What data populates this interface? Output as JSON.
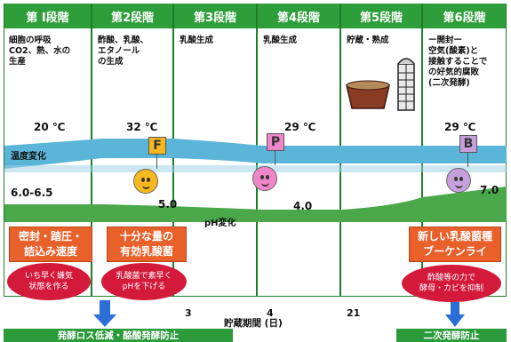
{
  "stages": [
    {
      "label": "第 I段階",
      "desc": "細胞の呼吸\nCO2、熱、水の\n生産"
    },
    {
      "label": "第2段階",
      "desc": "酢酸、乳酸、\nエタノール\nの生成"
    },
    {
      "label": "第3段階",
      "desc": "乳酸生成"
    },
    {
      "label": "第4段階",
      "desc": "乳酸生成"
    },
    {
      "label": "第5段階",
      "desc": "貯蔵・熟成"
    },
    {
      "label": "第6段階",
      "desc": "ー開封ー\n空気(酸素)と\n接触することで\nの好気的腐敗\n(二次発酵)"
    }
  ],
  "temperature": {
    "axis_label": "温度変化",
    "values": [
      "20 ℃",
      "32 ℃",
      "29 ℃",
      "29 ℃"
    ]
  },
  "ph": {
    "axis_label": "pH変化",
    "values": [
      "6.0-6.5",
      "5.0",
      "4.0",
      "7.0"
    ]
  },
  "microbes": [
    "F",
    "P",
    "B"
  ],
  "time_axis": {
    "label": "貯蔵期間 (日)",
    "ticks": [
      "3",
      "4",
      "21"
    ]
  },
  "callouts": [
    {
      "box": "密封・踏圧・\n詰込み速度",
      "ellipse": "いち早く嫌気\n状態を作る"
    },
    {
      "box": "十分な量の\n有効乳酸菌",
      "ellipse": "乳酸菌で素早く\npHを下げる"
    },
    {
      "box": "新しい乳酸菌種\nブーケンライ",
      "ellipse": "酢酸等の力で\n酵母・カビを抑制"
    }
  ],
  "bottom": {
    "left": "発酵ロス低減・酪酸発酵防止",
    "right": "二次発酵防止"
  },
  "colors": {
    "header_green": "#2e9e3a",
    "band_blue": "#5ab5d8",
    "band_green": "#4aa84a",
    "orange": "#e8602a",
    "red": "#d41a3a",
    "face_F": "#f6b81c",
    "face_P": "#ef86c8",
    "face_B": "#c6a0dc"
  }
}
